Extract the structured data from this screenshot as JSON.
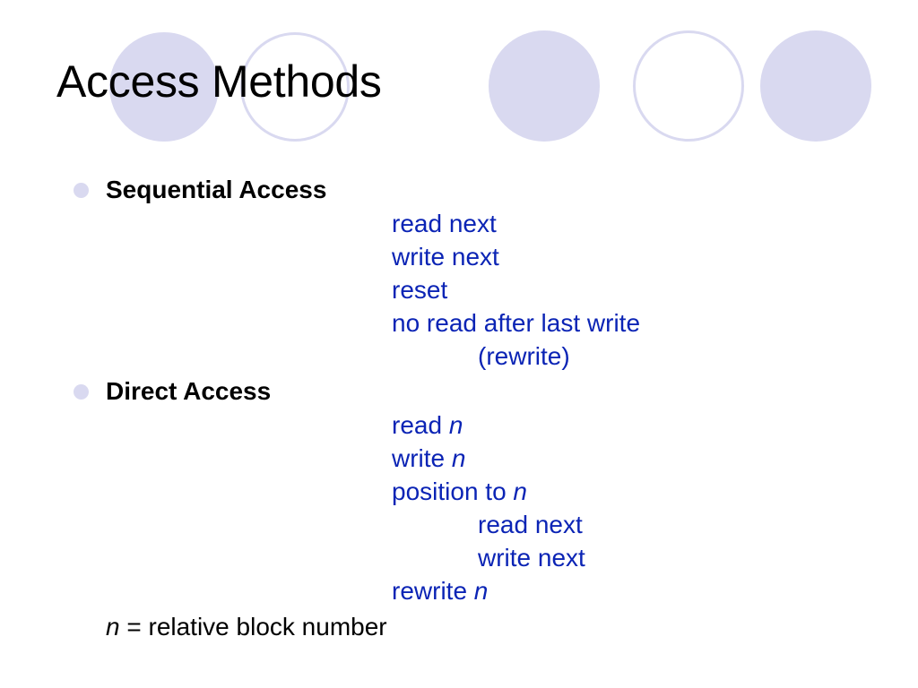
{
  "slide": {
    "title": "Access Methods",
    "sections": [
      {
        "heading": "Sequential Access",
        "items": [
          {
            "text": "read next",
            "var": ""
          },
          {
            "text": "write next",
            "var": ""
          },
          {
            "text": "reset",
            "var": ""
          },
          {
            "text": "no read after last write",
            "var": ""
          },
          {
            "text": "(rewrite)",
            "var": ""
          }
        ]
      },
      {
        "heading": "Direct Access",
        "items": [
          {
            "text": "read ",
            "var": "n"
          },
          {
            "text": "write ",
            "var": "n"
          },
          {
            "text": "position to ",
            "var": "n"
          },
          {
            "text": "read next",
            "var": ""
          },
          {
            "text": "write next",
            "var": ""
          },
          {
            "text": "rewrite ",
            "var": "n"
          }
        ]
      }
    ],
    "footnote": {
      "var": "n",
      "text": " = relative block number"
    }
  },
  "colors": {
    "decor": "#d9d9f0",
    "operation_text": "#0b24b5",
    "text": "#000000"
  }
}
